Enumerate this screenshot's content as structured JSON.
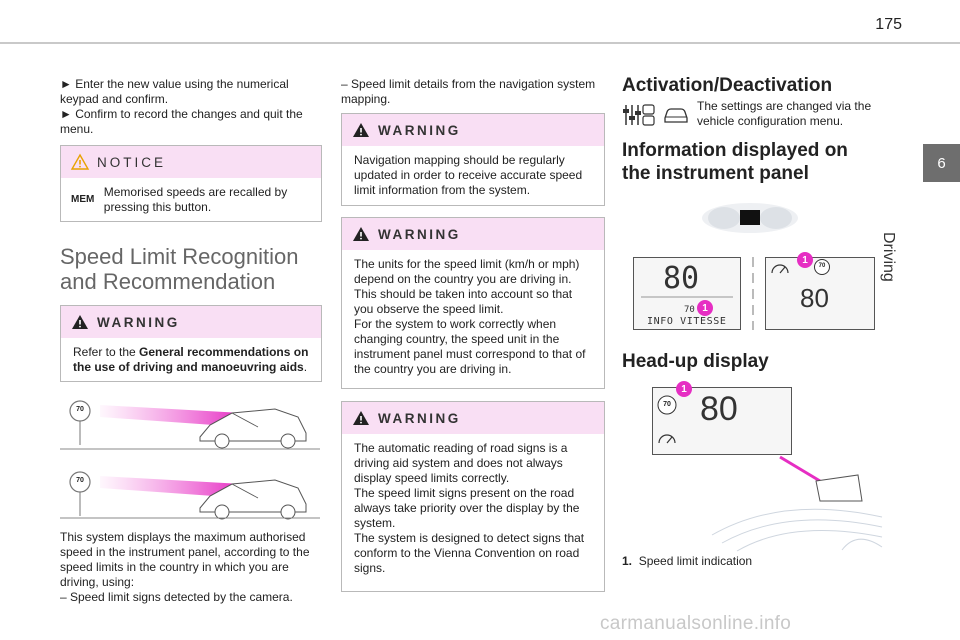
{
  "header": {
    "page_number": "175"
  },
  "side_tab": {
    "chapter_number": "6",
    "chapter_label": "Driving"
  },
  "col1": {
    "intro_line1": "► Enter the new value using the numerical keypad and confirm.",
    "intro_line2": "► Confirm to record the changes and quit the menu.",
    "notice": {
      "title": "NOTICE",
      "badge": "MEM",
      "text": "Memorised speeds are recalled by pressing this button."
    },
    "section_title": "Speed Limit Recognition and Recommendation",
    "warning1": {
      "title": "WARNING",
      "text_before": "Refer to the ",
      "text_bold": "General recommendations on the use of driving and manoeuvring aids",
      "text_after": "."
    },
    "sign_value_1": "70",
    "sign_value_2": "70",
    "description": "This system displays the maximum authorised speed in the instrument panel, according to the speed limits in the country in which you are driving, using:",
    "bullet_camera": "– Speed limit signs detected by the camera."
  },
  "col2": {
    "bullet_navigation": "– Speed limit details from the navigation system mapping.",
    "warning2": {
      "title": "WARNING",
      "text": "Navigation mapping should be regularly updated in order to receive accurate speed limit information from the system."
    },
    "warning3": {
      "title": "WARNING",
      "text_p1": "The units for the speed limit (km/h or mph) depend on the country you are driving in.",
      "text_p2": "This should be taken into account so that you observe the speed limit.",
      "text_p3": "For the system to work correctly when changing country, the speed unit in the instrument panel must correspond to that of the country you are driving in."
    },
    "warning4": {
      "title": "WARNING",
      "text_p1": "The automatic reading of road signs is a driving aid system and does not always display speed limits correctly.",
      "text_p2": "The speed limit signs present on the road always take priority over the display by the system.",
      "text_p3": "The system is designed to detect signs that conform to the Vienna Convention on road signs."
    }
  },
  "col3": {
    "activation_title": "Activation/Deactivation",
    "activation_text": "The settings are changed via the vehicle configuration menu.",
    "info_title_line1": "Information displayed on",
    "info_title_line2": "the instrument panel",
    "panel_left_speed": "80",
    "panel_left_small": "70",
    "panel_left_caption": "INFO VITESSE",
    "panel_right_sign": "70",
    "panel_right_speed": "80",
    "callout_number": "1",
    "hud_title": "Head-up display",
    "hud_sign": "70",
    "hud_speed": "80",
    "legend_number": "1.",
    "legend_text": "Speed limit indication"
  },
  "watermark": "carmanualsonline.info",
  "colors": {
    "accent": "#e62ec3",
    "box_header": "#f9dff4",
    "tab": "#6e6e6e"
  }
}
